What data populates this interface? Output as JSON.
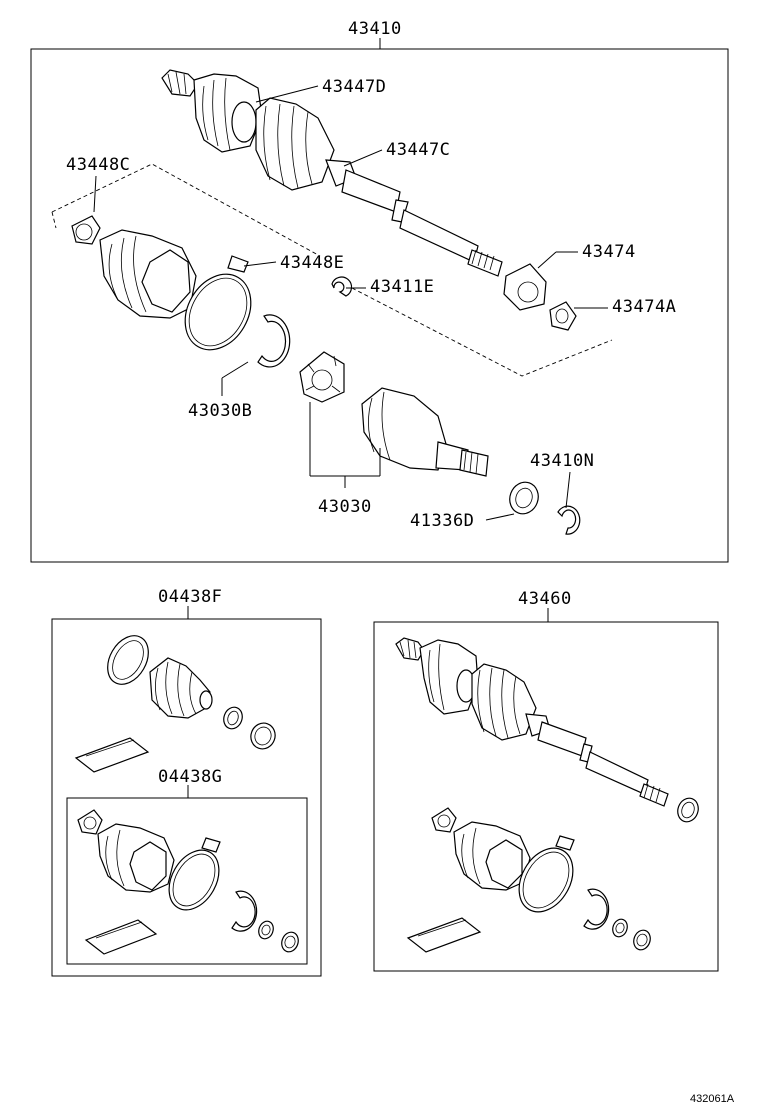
{
  "diagram": {
    "labels": {
      "p43410": "43410",
      "p43447D": "43447D",
      "p43447C": "43447C",
      "p43448C": "43448C",
      "p43448E": "43448E",
      "p43474": "43474",
      "p43411E": "43411E",
      "p43474A": "43474A",
      "p43030B": "43030B",
      "p43030": "43030",
      "p43410N": "43410N",
      "p41336D": "41336D",
      "p04438F": "04438F",
      "p04438G": "04438G",
      "p43460": "43460"
    },
    "figure_code": "432061A"
  }
}
